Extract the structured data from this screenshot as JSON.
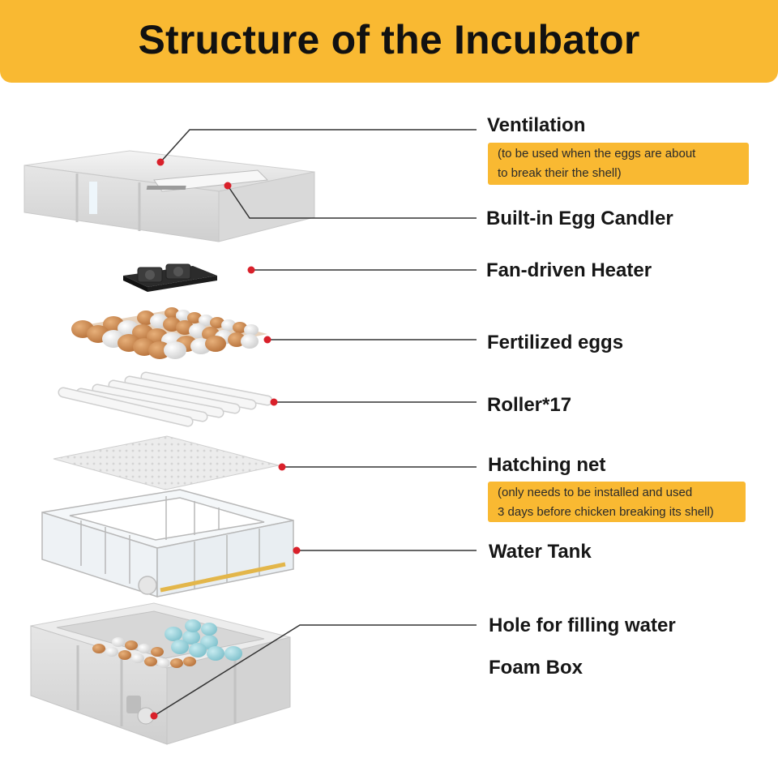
{
  "title": "Structure of the Incubator",
  "parts": [
    {
      "label": "Ventilation",
      "note": [
        "(to be used when the eggs are about",
        "to break their the shell)"
      ]
    },
    {
      "label": "Built-in Egg Candler"
    },
    {
      "label": "Fan-driven Heater"
    },
    {
      "label": "Fertilized eggs"
    },
    {
      "label": "Roller*17"
    },
    {
      "label": "Hatching net",
      "note": [
        "(only needs to be installed and used",
        "3 days before chicken breaking its shell)"
      ]
    },
    {
      "label": "Water Tank"
    },
    {
      "label": "Hole for filling water"
    },
    {
      "label": "Foam Box"
    }
  ],
  "colors": {
    "accent": "#f9b932",
    "marker": "#d9202a",
    "line": "#333333"
  }
}
